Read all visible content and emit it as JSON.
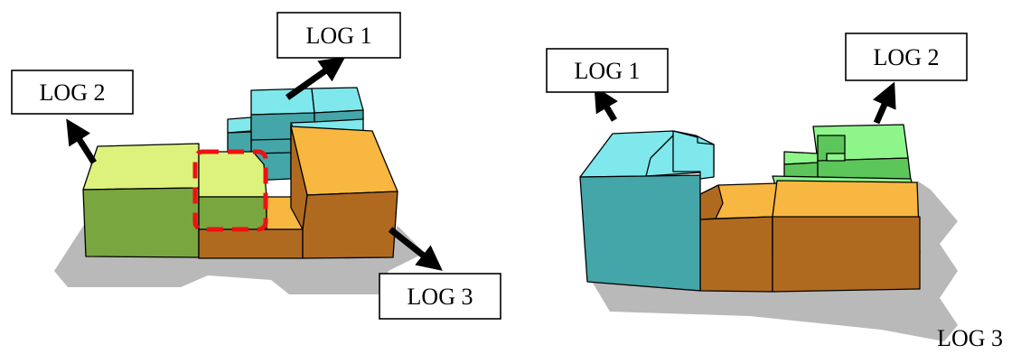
{
  "left_view": {
    "labels": {
      "log1": "LOG 1",
      "log2": "LOG 2",
      "log3": "LOG 3"
    }
  },
  "right_view": {
    "labels": {
      "log1": "LOG 1",
      "log2": "LOG 2",
      "log3": "LOG 3"
    }
  },
  "colors": {
    "log1_cyan_side": "#44a6a8",
    "log1_cyan_top": "#7fe8ec",
    "log2_green_side": "#7aa640",
    "log2_green_top": "#dcf27c",
    "log2_right_green_top": "#8ef58a",
    "log2_right_green_side": "#5cc65a",
    "log3_orange_side": "#b06a20",
    "log3_orange_top": "#f7b740",
    "highlight_red": "#ee1111",
    "shadow_gray": "#b9b9b9"
  }
}
